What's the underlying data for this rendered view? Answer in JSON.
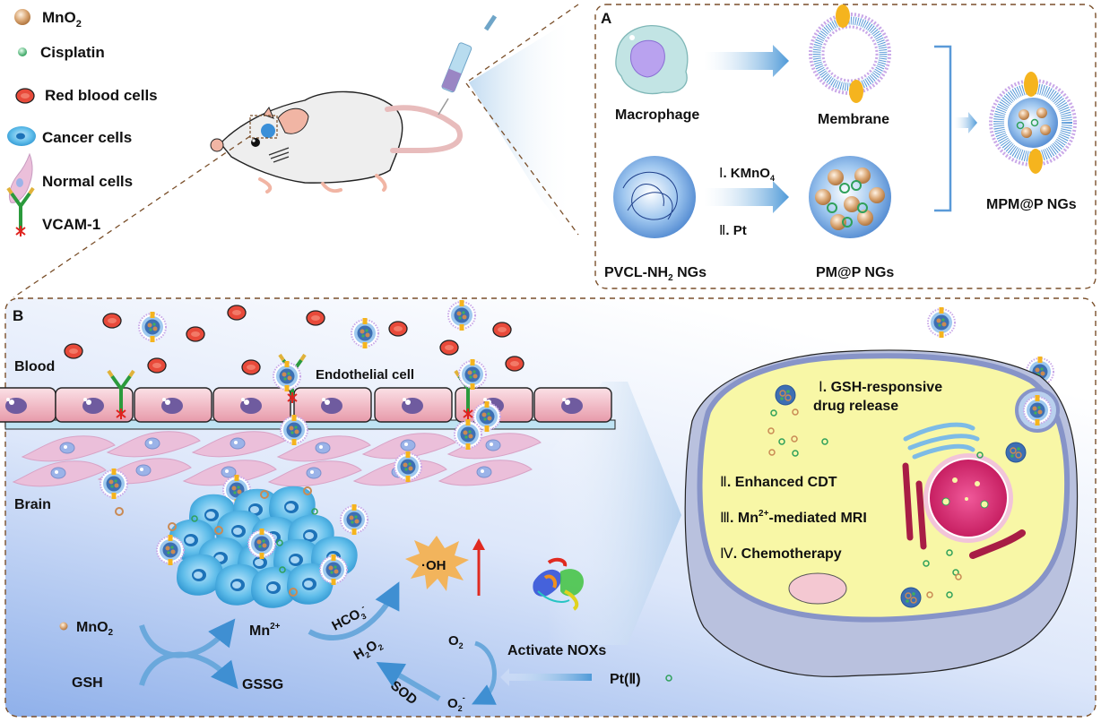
{
  "legend": {
    "items": [
      {
        "icon": "mno2-particle-icon",
        "label": "MnO",
        "sub": "2"
      },
      {
        "icon": "cisplatin-particle-icon",
        "label": "Cisplatin"
      },
      {
        "icon": "red-blood-cell-icon",
        "label": "Red blood cells"
      },
      {
        "icon": "cancer-cell-icon",
        "label": "Cancer cells"
      },
      {
        "icon": "normal-cell-icon",
        "label": "Normal cells"
      },
      {
        "icon": "vcam1-antibody-icon",
        "label": "VCAM-1"
      }
    ]
  },
  "panel_a": {
    "tag": "A",
    "macrophage": "Macrophage",
    "membrane": "Membrane",
    "pvcl": {
      "text": "PVCL-NH",
      "sub": "2",
      "tail": " NGs"
    },
    "pmp": "PM@P NGs",
    "mpmp": "MPM@P NGs",
    "step1": {
      "roman": "Ⅰ",
      "text": ". KMnO",
      "sub": "4"
    },
    "step2": {
      "roman": "Ⅱ",
      "text": ". Pt"
    }
  },
  "panel_b": {
    "tag": "B",
    "blood": "Blood",
    "endothelial": "Endothelial cell",
    "brain": "Brain",
    "reaction": {
      "mno2": "MnO",
      "mno2_sub": "2",
      "gsh": "GSH",
      "mn2": "Mn",
      "mn2_sup": "2+",
      "gssg": "GSSG",
      "hco3": "HCO",
      "hco3_sub": "3",
      "hco3_sup": "-",
      "h2o2": "H",
      "h2o2_sub1": "2",
      "h2o2_o": "O",
      "h2o2_sub2": "2",
      "oh": "·OH",
      "o2": "O",
      "o2_sub": "2",
      "o2m": "O",
      "o2m_sub": "2",
      "o2m_sup": "-",
      "sod": "SOD",
      "activate": "Activate NOXs",
      "pt": "Pt(Ⅱ)"
    },
    "cell_steps": [
      {
        "roman": "Ⅰ",
        "text": ". GSH-responsive",
        "text2": "drug release"
      },
      {
        "roman": "Ⅱ",
        "text": ". Enhanced CDT"
      },
      {
        "roman": "Ⅲ",
        "text": ". Mn",
        "sup": "2+",
        "tail": "-mediated MRI"
      },
      {
        "roman": "Ⅳ",
        "text": ". Chemotherapy"
      }
    ]
  },
  "colors": {
    "border": "#7a4f2a",
    "arrow_blue": "#3f8fd2",
    "mno2": "#d39a62",
    "cisplatin": "#3fae5c",
    "rbc": "#e84a3a",
    "cancer": "#3fa7df",
    "normal": "#e8b9d7",
    "cell_yellow": "#f8f7a6",
    "cell_rim": "#8794c8",
    "oh_star": "#f2b45c",
    "red_arrow": "#e02a20"
  }
}
